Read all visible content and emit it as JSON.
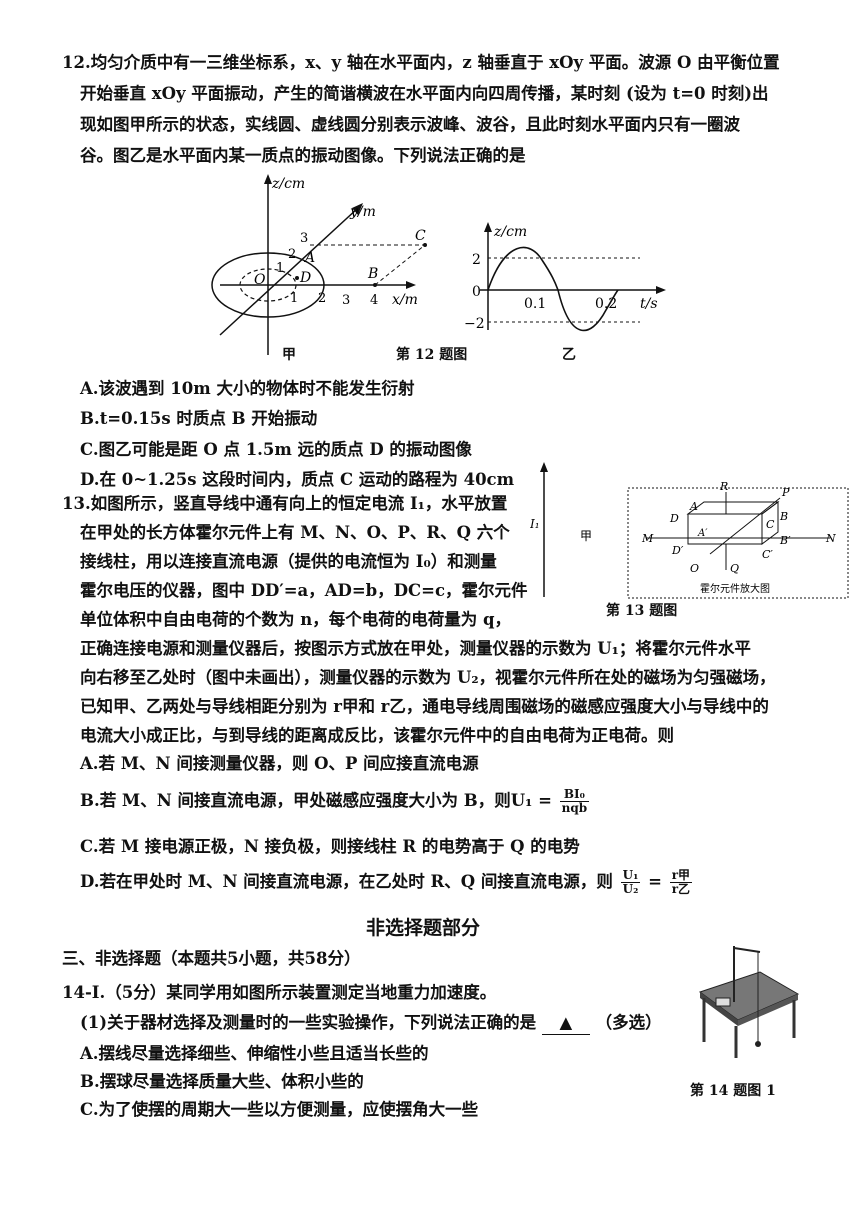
{
  "q12": {
    "lines": [
      "12.均匀介质中有一三维坐标系，x、y 轴在水平面内，z 轴垂直于 xOy 平面。波源 O 由平衡位置",
      "开始垂直 xOy 平面振动，产生的简谐横波在水平面内向四周传播，某时刻 (设为 t=0 时刻)出",
      "现如图甲所示的状态，实线圆、虚线圆分别表示波峰、波谷，且此时刻水平面内只有一圈波",
      "谷。图乙是水平面内某一质点的振动图像。下列说法正确的是"
    ],
    "fig_a": {
      "z_label": "z/cm",
      "y_label": "y/m",
      "x_label": "x/m",
      "origin": "O",
      "point_a": "A",
      "point_b": "B",
      "point_c": "C",
      "point_d": "D",
      "ticks_x": [
        "1",
        "2",
        "3",
        "4"
      ],
      "ticks_y": [
        "1",
        "2",
        "3"
      ],
      "caption": "甲"
    },
    "fig_b": {
      "z_label": "z/cm",
      "t_label": "t/s",
      "tick_2": "2",
      "tick_m2": "−2",
      "tick_0": "0",
      "tick_01": "0.1",
      "tick_02": "0.2",
      "caption": "乙"
    },
    "fig_caption": "第 12 题图",
    "options": [
      "A.该波遇到 10m 大小的物体时不能发生衍射",
      "B.t=0.15s 时质点 B 开始振动",
      "C.图乙可能是距 O 点 1.5m 远的质点 D 的振动图像",
      "D.在 0~1.25s 这段时间内，质点 C 运动的路程为 40cm"
    ]
  },
  "q13": {
    "lines": [
      "13.如图所示，竖直导线中通有向上的恒定电流 I₁，水平放置",
      "在甲处的长方体霍尔元件上有 M、N、O、P、R、Q 六个",
      "接线柱，用以连接直流电源（提供的电流恒为 I₀）和测量",
      "霍尔电压的仪器，图中 DD′=a，AD=b，DC=c，霍尔元件",
      "单位体积中自由电荷的个数为 n，每个电荷的电荷量为 q，",
      "正确连接电源和测量仪器后，按图示方式放在甲处，测量仪器的示数为 U₁；将霍尔元件水平",
      "向右移至乙处时（图中未画出），测量仪器的示数为 U₂，视霍尔元件所在处的磁场为匀强磁场，",
      "已知甲、乙两处与导线相距分别为 r甲和 r乙，通电导线周围磁场的磁感应强度大小与导线中的",
      "电流大小成正比，与到导线的距离成反比，该霍尔元件中的自由电荷为正电荷。则"
    ],
    "fig": {
      "current": "I₁",
      "jia": "甲",
      "labels": [
        "R",
        "P",
        "D",
        "A",
        "B",
        "M",
        "A′",
        "C",
        "N",
        "D′",
        "B′",
        "C′",
        "O",
        "Q"
      ],
      "zoom_caption": "霍尔元件放大图",
      "caption": "第 13 题图"
    },
    "opt_a": "A.若 M、N 间接测量仪器，则 O、P 间应接直流电源",
    "opt_b_text": "B.若 M、N 间接直流电源，甲处磁感应强度大小为 B，则U₁ =",
    "opt_b_num": "BI₀",
    "opt_b_den": "nqb",
    "opt_c": "C.若 M 接电源正极，N 接负极，则接线柱 R 的电势高于 Q 的电势",
    "opt_d_text": "D.若在甲处时 M、N 间接直流电源，在乙处时 R、Q 间接直流电源，则",
    "opt_d_lnum": "U₁",
    "opt_d_lden": "U₂",
    "opt_d_eq": "=",
    "opt_d_rnum": "r甲",
    "opt_d_rden": "r乙"
  },
  "section_title": "非选择题部分",
  "part3": "三、非选择题（本题共5小题，共58分）",
  "q14": {
    "stem": "14-I.（5分）某同学用如图所示装置测定当地重力加速度。",
    "sub1_pre": "(1)关于器材选择及测量时的一些实验操作，下列说法正确的是",
    "blank": "▲",
    "sub1_post": "（多选）",
    "options": [
      "A.摆线尽量选择细些、伸缩性小些且适当长些的",
      "B.摆球尽量选择质量大些、体积小些的",
      "C.为了使摆的周期大一些以方便测量，应使摆角大一些"
    ],
    "fig_caption": "第 14 题图 1"
  }
}
